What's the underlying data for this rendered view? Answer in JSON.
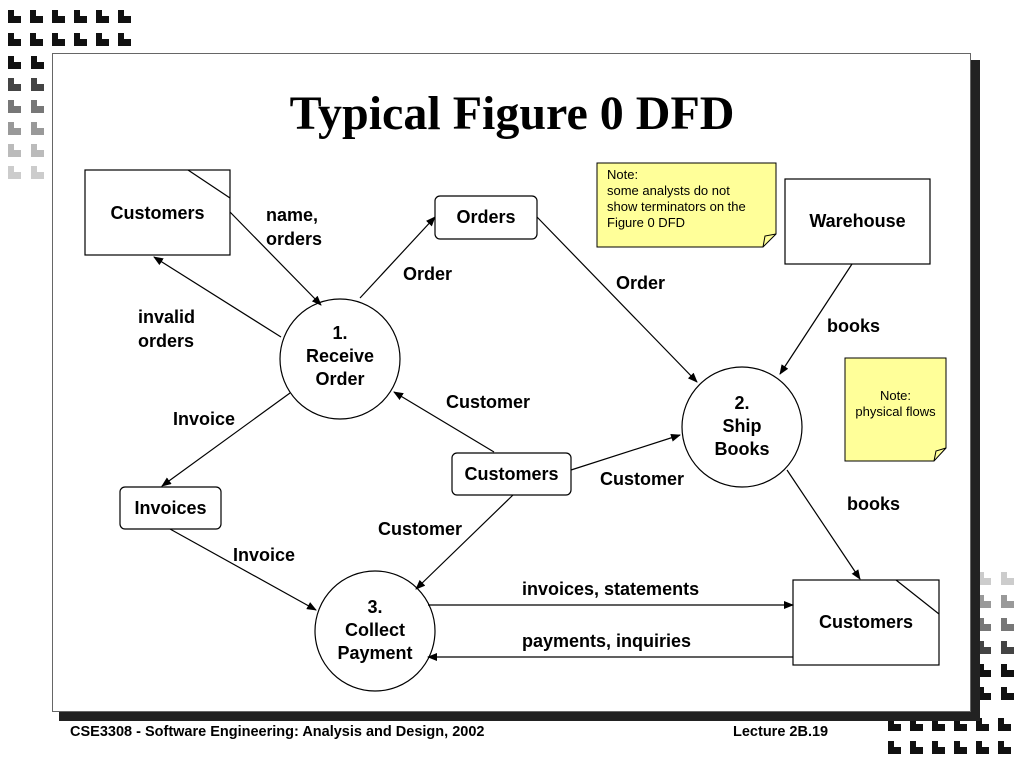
{
  "title": "Typical Figure 0 DFD",
  "processes": {
    "receive_order": {
      "number": "1.",
      "line1": "Receive",
      "line2": "Order"
    },
    "ship_books": {
      "number": "2.",
      "line1": "Ship",
      "line2": "Books"
    },
    "collect_payment": {
      "number": "3.",
      "line1": "Collect",
      "line2": "Payment"
    }
  },
  "terminators": {
    "customers_top": "Customers",
    "warehouse": "Warehouse",
    "customers_right": "Customers"
  },
  "data_stores": {
    "orders": "Orders",
    "invoices": "Invoices",
    "customers": "Customers"
  },
  "flows": {
    "name_orders": [
      "name,",
      "orders"
    ],
    "invalid_orders": [
      "invalid",
      "orders"
    ],
    "order_to_store": "Order",
    "order_to_ship": "Order",
    "books_in": "books",
    "customer_to_receive": "Customer",
    "customer_to_ship": "Customer",
    "customer_to_collect": "Customer",
    "invoice_to_store": "Invoice",
    "invoice_to_collect": "Invoice",
    "books_out": "books",
    "invoices_statements": "invoices, statements",
    "payments_inquiries": "payments, inquiries"
  },
  "notes": {
    "terminators": [
      "Note:",
      "some analysts do not",
      "show terminators on the",
      "Figure 0 DFD"
    ],
    "physical": [
      "Note:",
      "physical flows"
    ]
  },
  "footer": {
    "course": "CSE3308 - Software Engineering: Analysis and Design, 2002",
    "lecture": "Lecture 2B.19"
  },
  "colors": {
    "note_fill": "#ffff99",
    "shadow": "#222222",
    "line": "#000000"
  }
}
